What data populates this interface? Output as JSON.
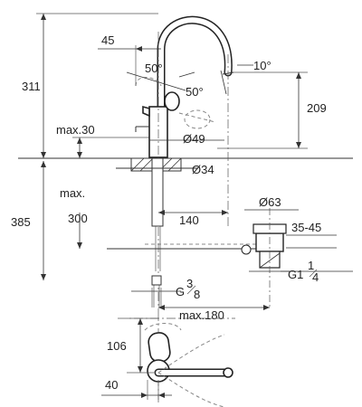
{
  "dimensions": {
    "total_height": "311",
    "lever_offset": "45",
    "rotation_angle_1": "50°",
    "rotation_angle_2": "50°",
    "spout_angle": "10°",
    "spout_height": "209",
    "max_deck": "max.30",
    "body_diameter": "Ø49",
    "hole_diameter": "Ø34",
    "max_label": "max.",
    "overall_height": "385",
    "supply_height": "300",
    "spout_reach": "140",
    "waste_diameter": "Ø63",
    "waste_range": "35-45",
    "waste_thread": "G1",
    "waste_thread_frac_num": "1",
    "waste_thread_frac_den": "4",
    "supply_thread": "G",
    "supply_thread_frac_num": "3",
    "supply_thread_frac_den": "8",
    "max_waste_reach": "max.180",
    "plan_depth": "106",
    "plan_offset": "40"
  }
}
